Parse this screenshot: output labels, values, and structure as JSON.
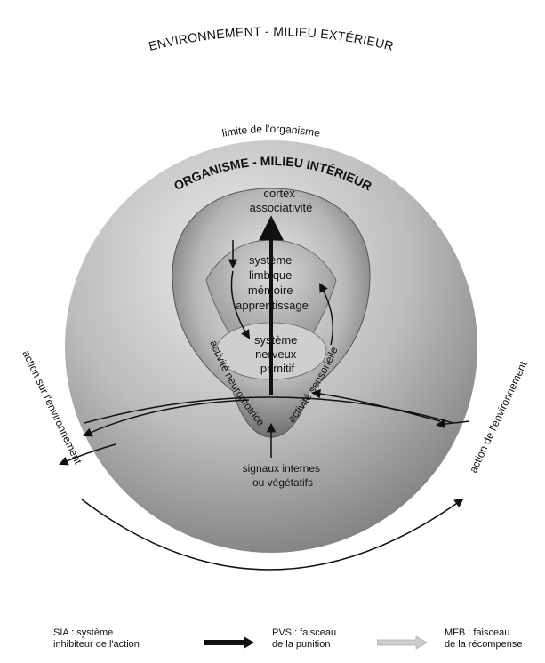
{
  "diagram": {
    "environment_title": "ENVIRONNEMENT - MILIEU EXTÉRIEUR",
    "organism_limit": "limite de l'organisme",
    "organism_title": "ORGANISME - MILIEU INTÉRIEUR",
    "cortex": [
      "cortex",
      "associativité"
    ],
    "limbic": [
      "système",
      "limbique",
      "mémoire",
      "apprentissage"
    ],
    "primitive": [
      "système",
      "nerveux",
      "primitif"
    ],
    "neuromotor_activity": "activité neuromotrice",
    "sensory_activity": "activité sensorielle",
    "internal_signals": [
      "signaux internes",
      "ou végétatifs"
    ],
    "action_on_environment": "action sur l'environnement",
    "action_of_environment": "action de l'environnement"
  },
  "legend": {
    "sia": [
      "SIA : système",
      "inhibiteur de l'action"
    ],
    "pvs": [
      "PVS : faisceau",
      "de la punition"
    ],
    "mfb": [
      "MFB : faisceau",
      "de la récompense"
    ]
  },
  "colors": {
    "sphere_light": "#e6e6e6",
    "sphere_dark": "#8a8a8a",
    "brain_light": "#f2f2f2",
    "brain_dark": "#6e6e6e",
    "ink": "#111111"
  }
}
